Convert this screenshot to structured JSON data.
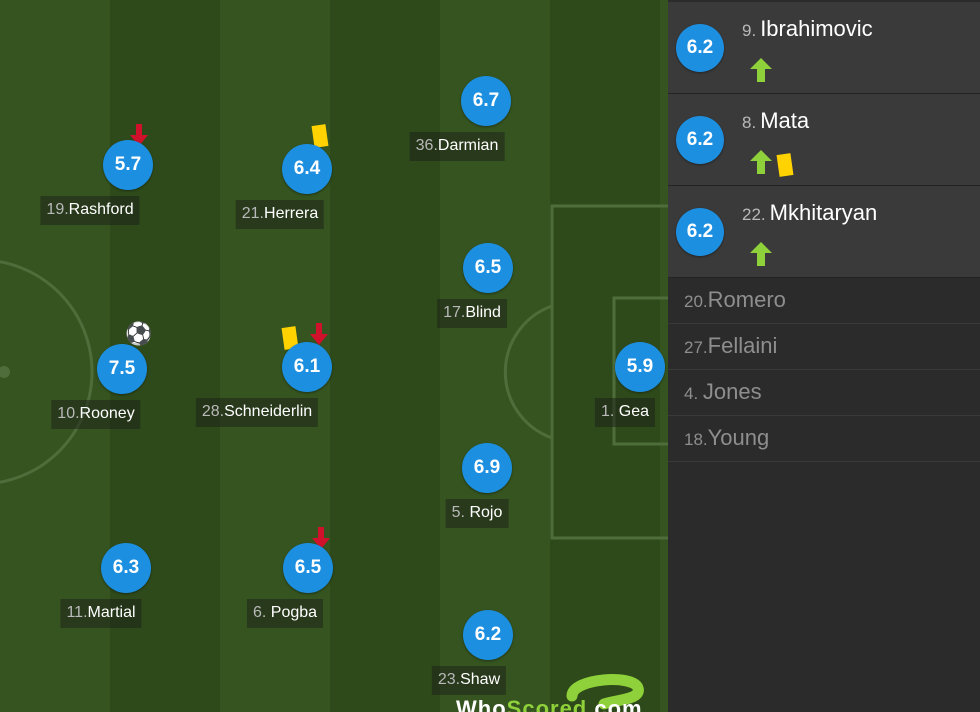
{
  "colors": {
    "rating_bubble": "#1d8fe1",
    "pitch_stripe_light": "#35541f",
    "pitch_stripe_dark": "#2e4a1a",
    "sub_in_arrow": "#8fd13a",
    "sub_out_arrow": "#d0112b",
    "yellow_card": "#ffd200",
    "bench_background": "#2b2b2b",
    "bench_sub_row": "#3a3a3a"
  },
  "players": [
    {
      "key": "rashford",
      "number": "19.",
      "name": "Rashford",
      "rating": "5.7",
      "events": [
        "arrow-down"
      ]
    },
    {
      "key": "herrera",
      "number": "21.",
      "name": "Herrera",
      "rating": "6.4",
      "events": [
        "yellow-card"
      ]
    },
    {
      "key": "darmian",
      "number": "36.",
      "name": "Darmian",
      "rating": "6.7",
      "events": []
    },
    {
      "key": "blind",
      "number": "17.",
      "name": "Blind",
      "rating": "6.5",
      "events": []
    },
    {
      "key": "rooney",
      "number": "10.",
      "name": "Rooney",
      "rating": "7.5",
      "events": [
        "goal"
      ]
    },
    {
      "key": "schneiderlin",
      "number": "28.",
      "name": "Schneiderlin",
      "rating": "6.1",
      "events": [
        "yellow-card",
        "arrow-down"
      ]
    },
    {
      "key": "gea",
      "number": "1. ",
      "name": "Gea",
      "rating": "5.9",
      "events": []
    },
    {
      "key": "rojo",
      "number": "5. ",
      "name": "Rojo",
      "rating": "6.9",
      "events": []
    },
    {
      "key": "martial",
      "number": "11.",
      "name": "Martial",
      "rating": "6.3",
      "events": []
    },
    {
      "key": "pogba",
      "number": "6. ",
      "name": "Pogba",
      "rating": "6.5",
      "events": [
        "arrow-down"
      ]
    },
    {
      "key": "shaw",
      "number": "23.",
      "name": "Shaw",
      "rating": "6.2",
      "events": []
    }
  ],
  "substitutes_used": [
    {
      "number": "9.",
      "name": "Ibrahimovic",
      "rating": "6.2",
      "events": [
        "arrow-up"
      ]
    },
    {
      "number": "8.",
      "name": "Mata",
      "rating": "6.2",
      "events": [
        "arrow-up",
        "yellow-card"
      ]
    },
    {
      "number": "22.",
      "name": "Mkhitaryan",
      "rating": "6.2",
      "events": [
        "arrow-up"
      ]
    }
  ],
  "substitutes_unused": [
    {
      "number": "20.",
      "name": "Romero"
    },
    {
      "number": "27.",
      "name": "Fellaini"
    },
    {
      "number": "4. ",
      "name": "Jones"
    },
    {
      "number": "18.",
      "name": "Young"
    }
  ],
  "watermark": {
    "prefix": "Who",
    "highlight": "Scored",
    "suffix": ".com"
  }
}
